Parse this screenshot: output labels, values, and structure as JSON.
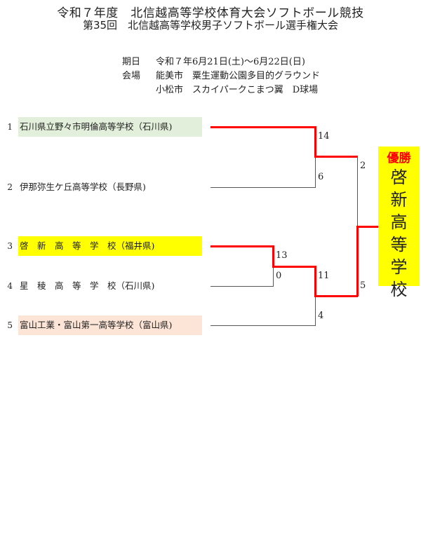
{
  "header": {
    "title": "令和７年度　北信越高等学校体育大会ソフトボール競技",
    "subtitle": "第35回　北信越高等学校男子ソフトボール選手権大会"
  },
  "info": {
    "date_label": "期日",
    "date_value": "令和７年6月21日(土)～6月22日(日)",
    "venue_label": "会場",
    "venue_1": "能美市　粟生運動公園多目的グラウンド",
    "venue_2": "小松市　スカイパークこまつ翼　D球場"
  },
  "teams": [
    {
      "seed": "1",
      "name": "石川県立野々市明倫高等学校（石川県)",
      "bg": "#e2efda"
    },
    {
      "seed": "2",
      "name": "伊那弥生ケ丘高等学校（長野県)",
      "bg": "#ffffff"
    },
    {
      "seed": "3",
      "name": "啓　新　高　等　学　校（福井県)",
      "bg": "#ffff00"
    },
    {
      "seed": "4",
      "name": "星　稜　高　等　学　校（石川県)",
      "bg": "#ffffff"
    },
    {
      "seed": "5",
      "name": "富山工業・富山第一高等学校（富山県)",
      "bg": "#fce4d6"
    }
  ],
  "scores": {
    "m1_top": "14",
    "m1_bot": "6",
    "m2_top": "13",
    "m2_bot": "0",
    "m3_top": "11",
    "m3_bot": "4",
    "final_top": "2",
    "final_bot": "5"
  },
  "winner": {
    "label": "優勝",
    "school_chars": [
      "啓",
      "新",
      "高",
      "等",
      "学",
      "校"
    ]
  },
  "colors": {
    "winner_line": "#ff0000",
    "loser_line": "#555555",
    "winner_box": "#ffff00"
  }
}
